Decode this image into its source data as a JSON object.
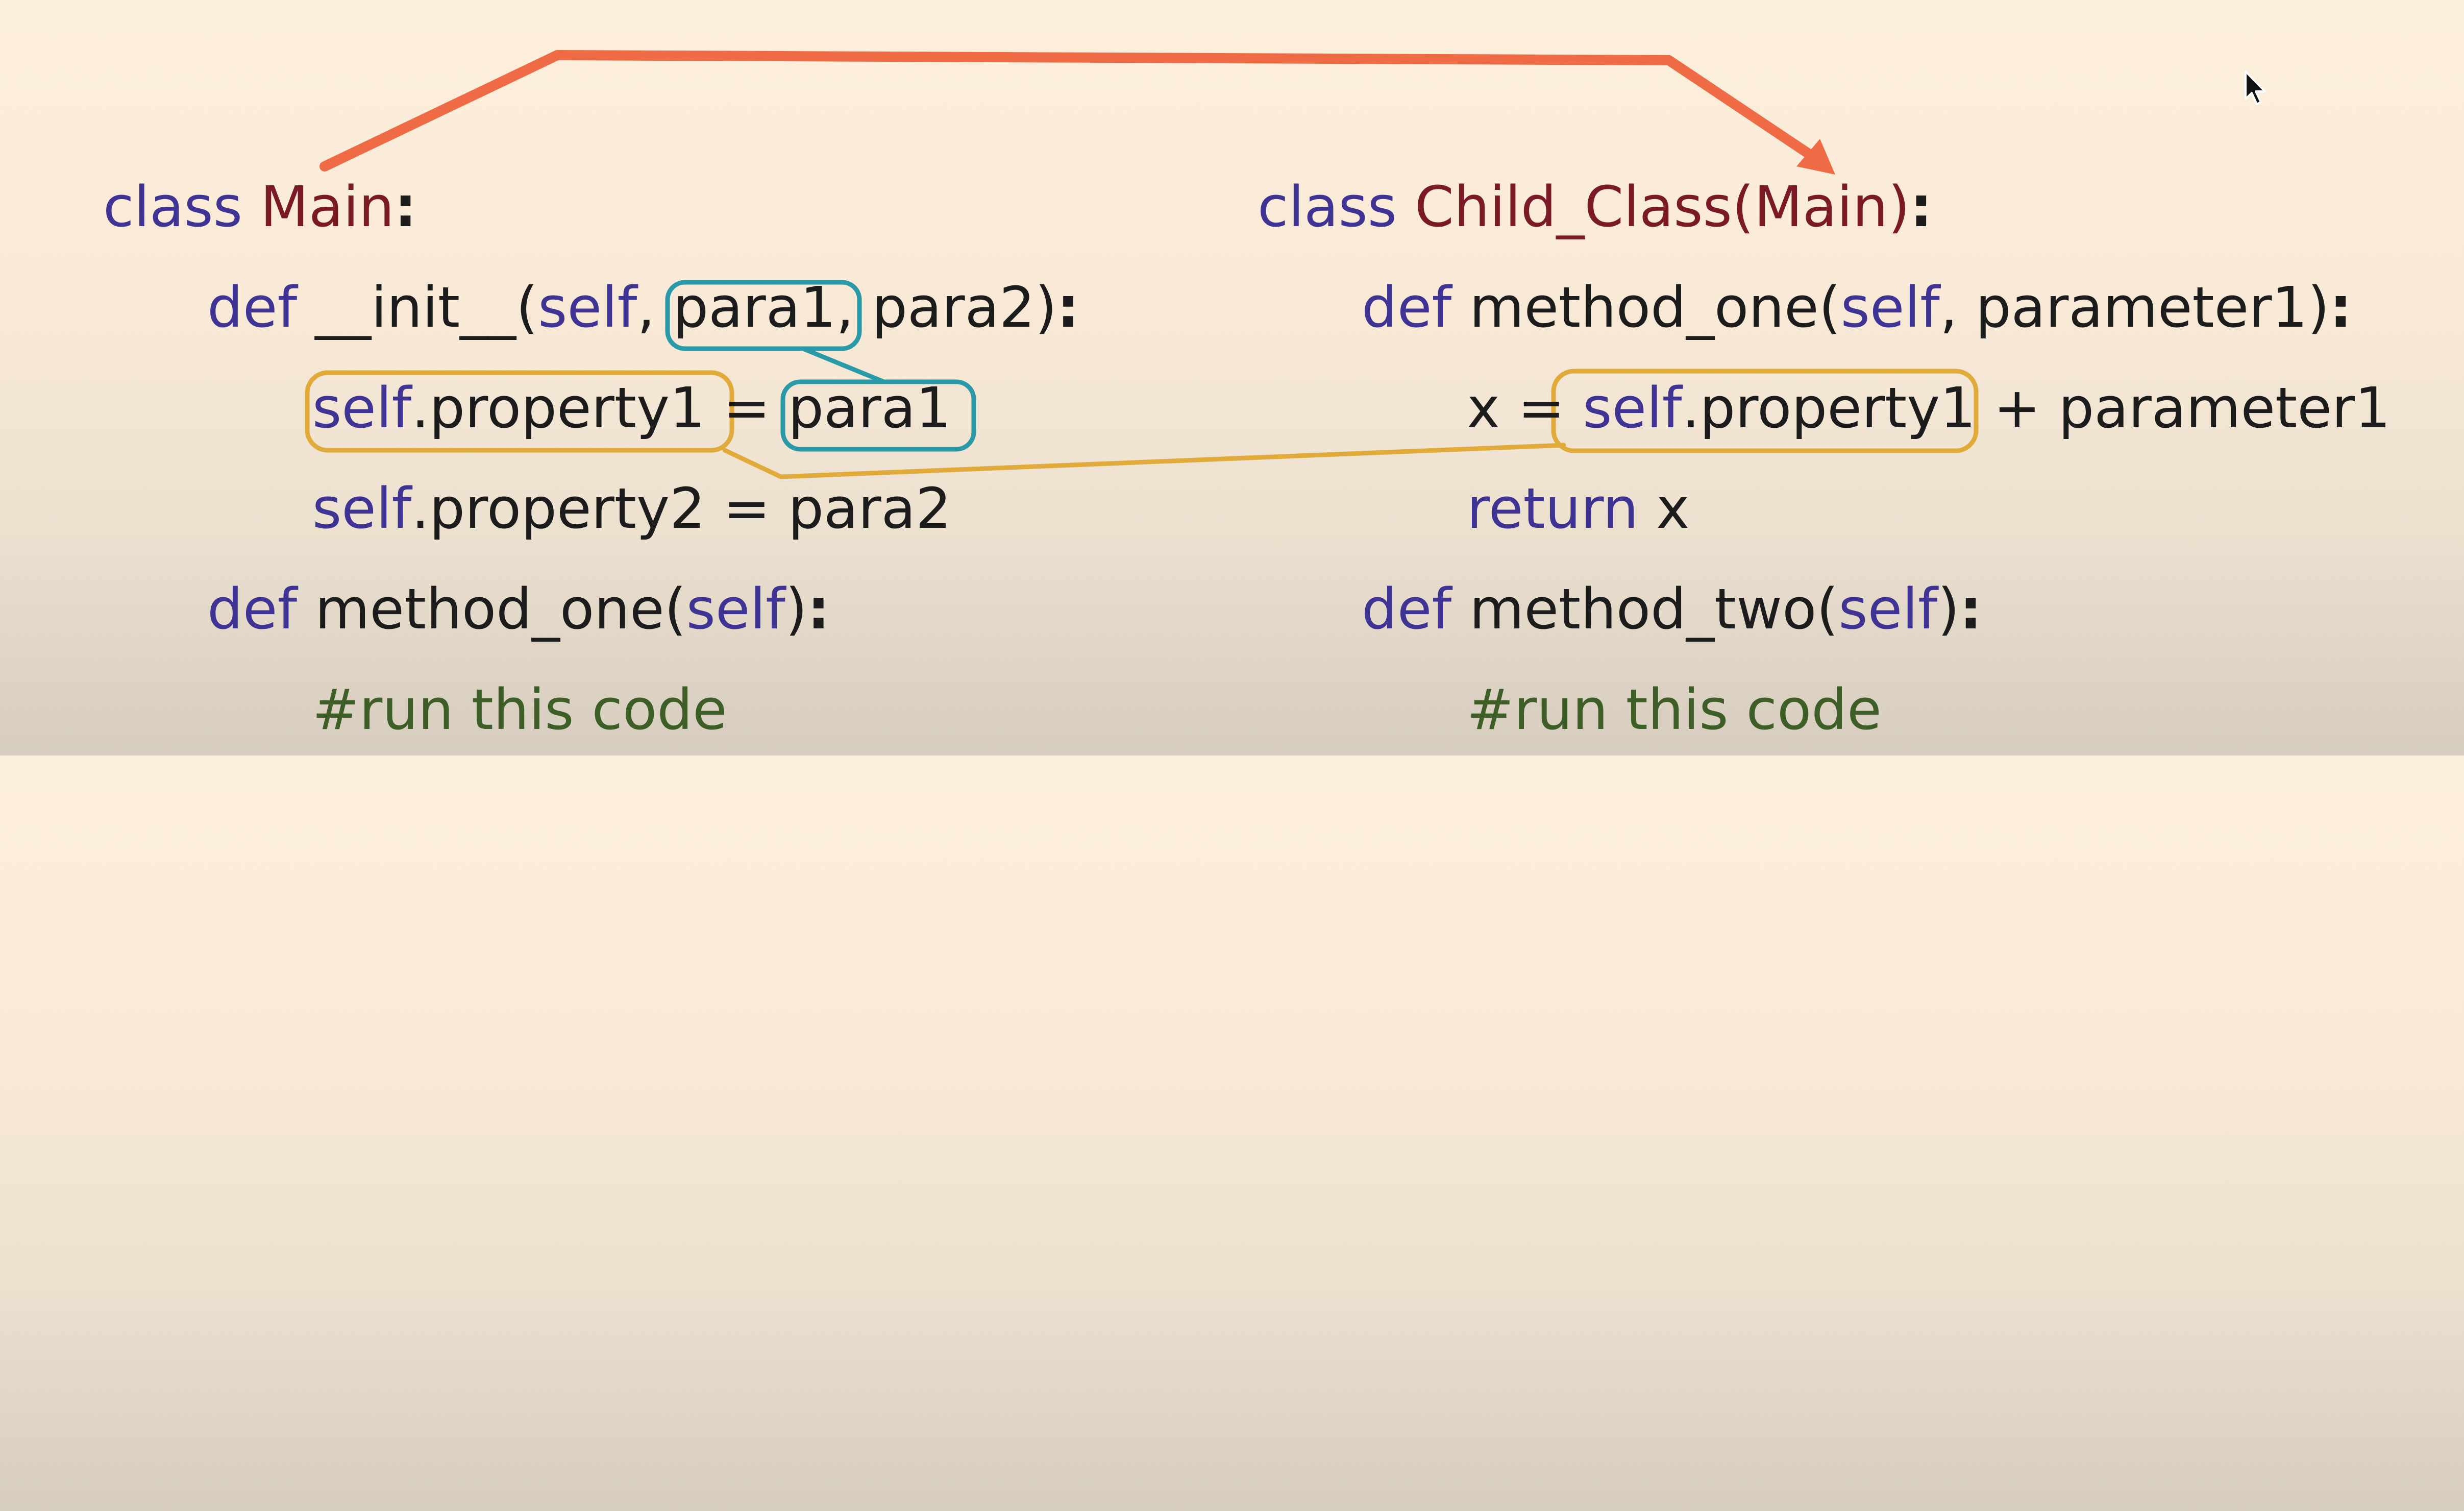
{
  "colors": {
    "keyword": "#3f3494",
    "class_name": "#7a1a26",
    "text": "#1c1c1c",
    "comment": "#3e5e28",
    "inheritance_arrow": "#ee6b45",
    "parameter_highlight": "#2a9aa8",
    "property_highlight": "#e0ab3a"
  },
  "main_class": {
    "line1": {
      "kw": "class",
      "name": "Main",
      "colon": ":"
    },
    "line2": {
      "kw": "def",
      "fn": "__init__(",
      "self": "self",
      "comma1": ",",
      "para1": "para1",
      "comma2": ",",
      "rest": " para2)",
      "colon": ":"
    },
    "line3": {
      "self": "self",
      "prop": ".property1",
      "eq": " = ",
      "para1": "para1"
    },
    "line4": {
      "self": "self",
      "rest": ".property2 = para2"
    },
    "line5": {
      "kw": "def",
      "fn": "method_one(",
      "self": "self",
      "close": ")",
      "colon": ":"
    },
    "line6": {
      "comment": "#run this code"
    }
  },
  "child_class": {
    "line1": {
      "kw": "class",
      "name": "Child_Class",
      "open": "(",
      "parent": "Main",
      "close": ")",
      "colon": ":"
    },
    "line2": {
      "kw": "def",
      "fn": "method_one(",
      "self": "self",
      "rest": ", parameter1)",
      "colon": ":"
    },
    "line3": {
      "lead": "x = ",
      "self": "self",
      "prop": ".property1",
      "rest": " + parameter1"
    },
    "line4": {
      "kw": "return",
      "rest": " x"
    },
    "line5": {
      "kw": "def",
      "fn": "method_two(",
      "self": "self",
      "close": ")",
      "colon": ":"
    },
    "line6": {
      "comment": "#run this code"
    }
  },
  "icons": {
    "cursor": "mouse-pointer-icon"
  }
}
